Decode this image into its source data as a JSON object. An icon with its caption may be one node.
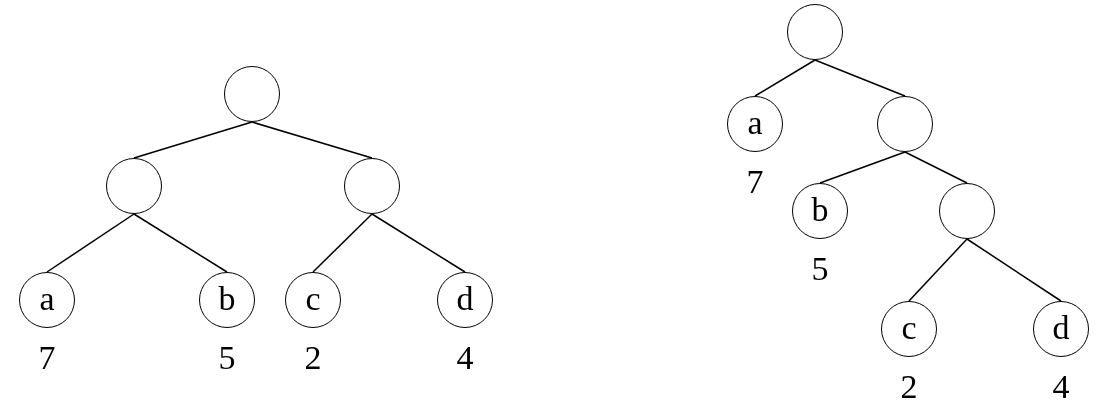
{
  "diagram": {
    "nodes": [
      {
        "text": [],
        "shape": "circle"
      },
      {
        "text": [],
        "shape": "circle"
      },
      {
        "text": [],
        "shape": "circle"
      },
      {
        "text": [
          "a"
        ],
        "beside": [
          "7"
        ]
      },
      {
        "text": [
          "b"
        ],
        "beside": [
          "5"
        ]
      },
      {
        "text": [
          "c"
        ],
        "beside": [
          "2"
        ]
      },
      {
        "text": [
          "d"
        ],
        "beside": [
          "4"
        ]
      },
      {
        "text": [],
        "shape": "circle"
      },
      {
        "text": [
          "a"
        ],
        "beside": [
          "7"
        ]
      },
      {
        "text": [],
        "shape": "circle"
      },
      {
        "text": [
          "b"
        ],
        "beside": [
          "5"
        ]
      },
      {
        "text": [],
        "shape": "circle"
      },
      {
        "text": [
          "c"
        ],
        "beside": [
          "2"
        ]
      },
      {
        "text": [
          "d"
        ],
        "beside": [
          "4"
        ]
      }
    ],
    "edges": [
      {
        "from": 0,
        "to": 1,
        "arrow": "none"
      },
      {
        "from": 0,
        "to": 2,
        "arrow": "none"
      },
      {
        "from": 1,
        "to": 3,
        "arrow": "none"
      },
      {
        "from": 1,
        "to": 4,
        "arrow": "none"
      },
      {
        "from": 2,
        "to": 5,
        "arrow": "none"
      },
      {
        "from": 2,
        "to": 6,
        "arrow": "none"
      },
      {
        "from": 7,
        "to": 8,
        "arrow": "none"
      },
      {
        "from": 7,
        "to": 9,
        "arrow": "none"
      },
      {
        "from": 9,
        "to": 10,
        "arrow": "none"
      },
      {
        "from": 9,
        "to": 11,
        "arrow": "none"
      },
      {
        "from": 11,
        "to": 12,
        "arrow": "none"
      },
      {
        "from": 11,
        "to": 13,
        "arrow": "none"
      }
    ]
  }
}
